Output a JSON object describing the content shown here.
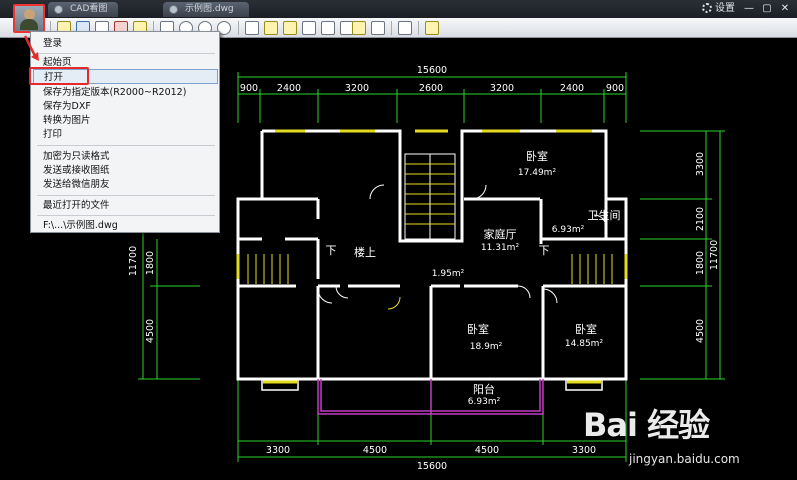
{
  "window": {
    "tabs": [
      "CAD看图",
      "示例图.dwg"
    ],
    "settings_label": "设置",
    "controls": {
      "minimize": "—",
      "maximize": "▢",
      "close": "✕"
    }
  },
  "file_menu": {
    "items": [
      {
        "label": "登录"
      },
      {
        "label": "起始页"
      },
      {
        "label": "打开",
        "highlighted": true
      },
      {
        "label": "保存为指定版本(R2000~R2012)"
      },
      {
        "label": "保存为DXF"
      },
      {
        "label": "转换为图片"
      },
      {
        "label": "打印"
      },
      {
        "label": "加密为只读格式"
      },
      {
        "label": "发送或接收图纸"
      },
      {
        "label": "发送给微信朋友"
      },
      {
        "label": "最近打开的文件"
      },
      {
        "label": "F:\\...\\示例图.dwg"
      }
    ]
  },
  "drawing": {
    "top_overall": "15600",
    "top_segments": [
      "900",
      "2400",
      "3200",
      "2600",
      "3200",
      "2400",
      "900"
    ],
    "bottom_segments": [
      "3300",
      "4500",
      "4500",
      "3300"
    ],
    "bottom_overall": "15600",
    "left_segments": [
      "1800",
      "4500"
    ],
    "left_overall": "11700",
    "right_segments": [
      "3300",
      "2100",
      "1800",
      "4500"
    ],
    "right_overall": "11700",
    "rooms": {
      "bedroom_ne_name": "卧室",
      "bedroom_ne_area": "17.49m²",
      "living_name": "家庭厅",
      "living_area": "11.31m²",
      "bath_name": "卫生间",
      "bath_area": "6.93m²",
      "stair_down": "下",
      "stair_up": "楼上",
      "small_area": "1.95m²",
      "stair_down_right": "下",
      "bedroom_s_name": "卧室",
      "bedroom_s_area": "18.9m²",
      "bedroom_se_name": "卧室",
      "bedroom_se_area": "14.85m²",
      "balcony_name": "阳台",
      "balcony_area": "6.93m²"
    }
  },
  "watermark": {
    "logo": "Bai 经验",
    "url": "jingyan.baidu.com"
  },
  "colors": {
    "wall": "#ffffff",
    "dimension": "#2bd42b",
    "window": "#e6dc1e",
    "balcony": "#c23ec2",
    "highlight": "#e32b2b"
  }
}
